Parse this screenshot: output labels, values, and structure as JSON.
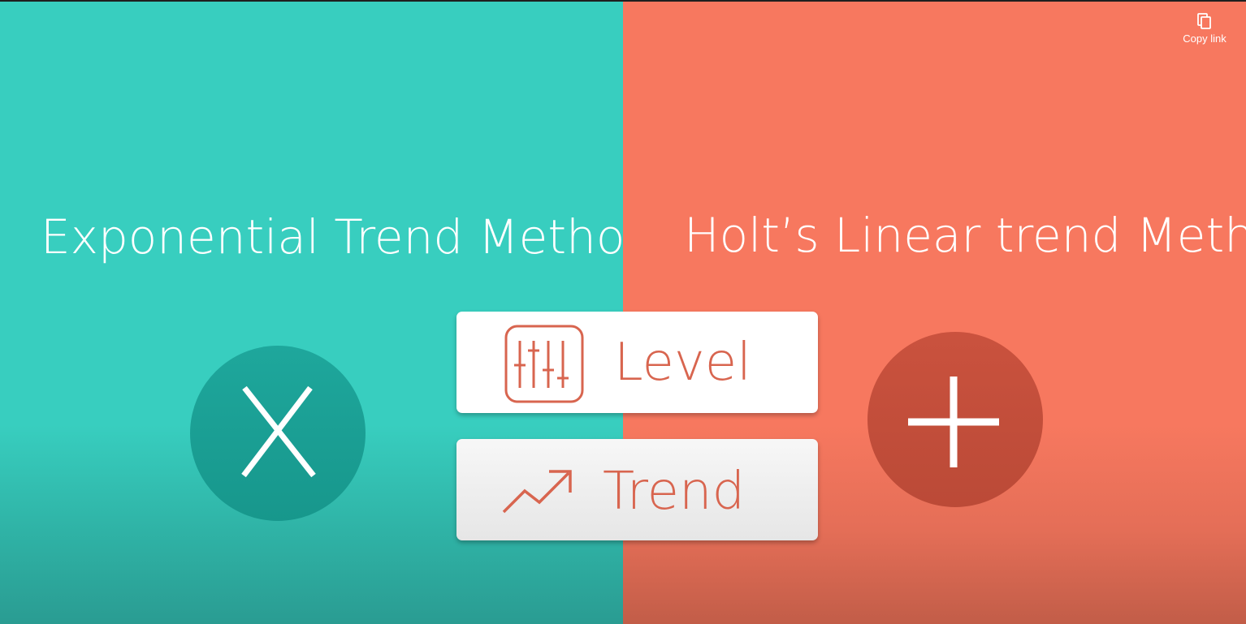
{
  "slide": {
    "left_title": "Exponential Trend Method",
    "right_title": "Holt’s Linear trend Method",
    "left_symbol": "X",
    "right_symbol": "+",
    "left_symbol_icon": "multiply-icon",
    "right_symbol_icon": "plus-icon",
    "cards": [
      {
        "label": "Level",
        "icon": "sliders-icon"
      },
      {
        "label": "Trend",
        "icon": "trend-up-arrow-icon"
      }
    ]
  },
  "overlay": {
    "copy_link_label": "Copy link",
    "copy_link_icon": "copy-icon"
  },
  "colors": {
    "teal": "#38cebf",
    "coral": "#f7785f",
    "dark_teal": "#1ea79c",
    "dark_coral": "#ca523e",
    "card_text": "#d8654f"
  }
}
